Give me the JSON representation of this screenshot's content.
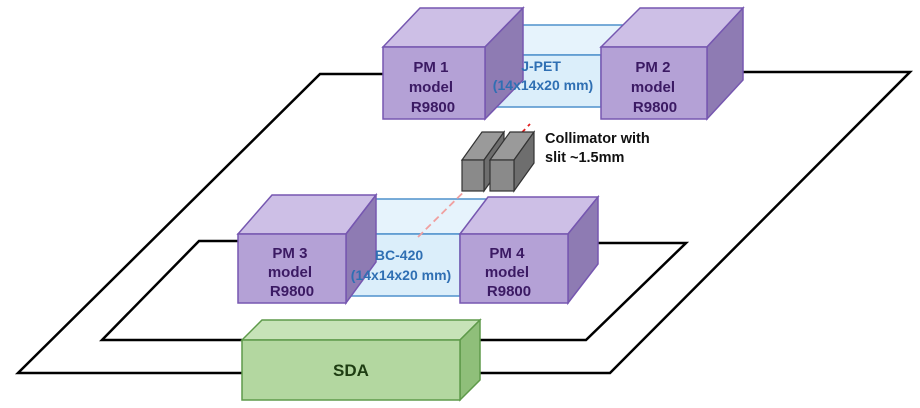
{
  "pm1": {
    "lines": [
      "PM 1",
      "model",
      "R9800"
    ]
  },
  "pm2": {
    "lines": [
      "PM 2",
      "model",
      "R9800"
    ]
  },
  "pm3": {
    "lines": [
      "PM 3",
      "model",
      "R9800"
    ]
  },
  "pm4": {
    "lines": [
      "PM 4",
      "model",
      "R9800"
    ]
  },
  "jpet": {
    "lines": [
      "J-PET",
      "(14x14x20 mm)"
    ]
  },
  "bc420": {
    "lines": [
      "BC-420",
      "(14x14x20 mm)"
    ]
  },
  "collimator": {
    "lines": [
      "Collimator with",
      "slit ~1.5mm"
    ]
  },
  "sda": {
    "label": "SDA"
  },
  "colors": {
    "pm_face": "#b4a1d6",
    "pm_top": "#cdbfe6",
    "pm_side": "#8e7bb3",
    "pm_stroke": "#7657b0",
    "scint_fill": "#dbeefa",
    "scint_stroke": "#4f91cc",
    "sda_face": "#b3d7a0",
    "sda_stroke": "#5e9a4a",
    "beam": "#e02020",
    "wire": "#000000"
  }
}
